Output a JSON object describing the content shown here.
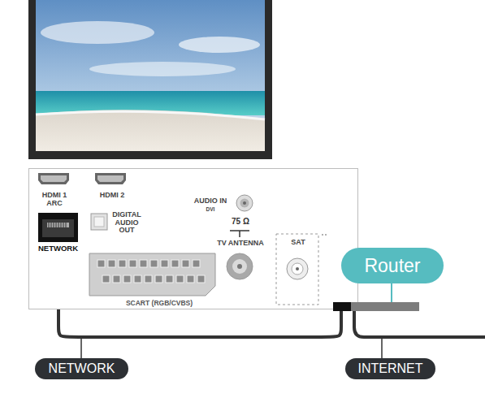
{
  "diagram": {
    "nodes": [
      {
        "text": [
          "HDMI 1 ARC",
          "HDMI 2",
          "NETWORK",
          "DIGITAL AUDIO OUT",
          "AUDIO IN",
          "DVI",
          "75 Ω",
          "TV ANTENNA",
          "SAT",
          "SCART (RGB/CVBS)"
        ]
      },
      {
        "text": [
          "Router"
        ]
      }
    ],
    "edges": [
      {
        "from": 0,
        "to": 1,
        "arrow": "none",
        "label": "NETWORK"
      }
    ],
    "labels": [
      "INTERNET"
    ]
  }
}
